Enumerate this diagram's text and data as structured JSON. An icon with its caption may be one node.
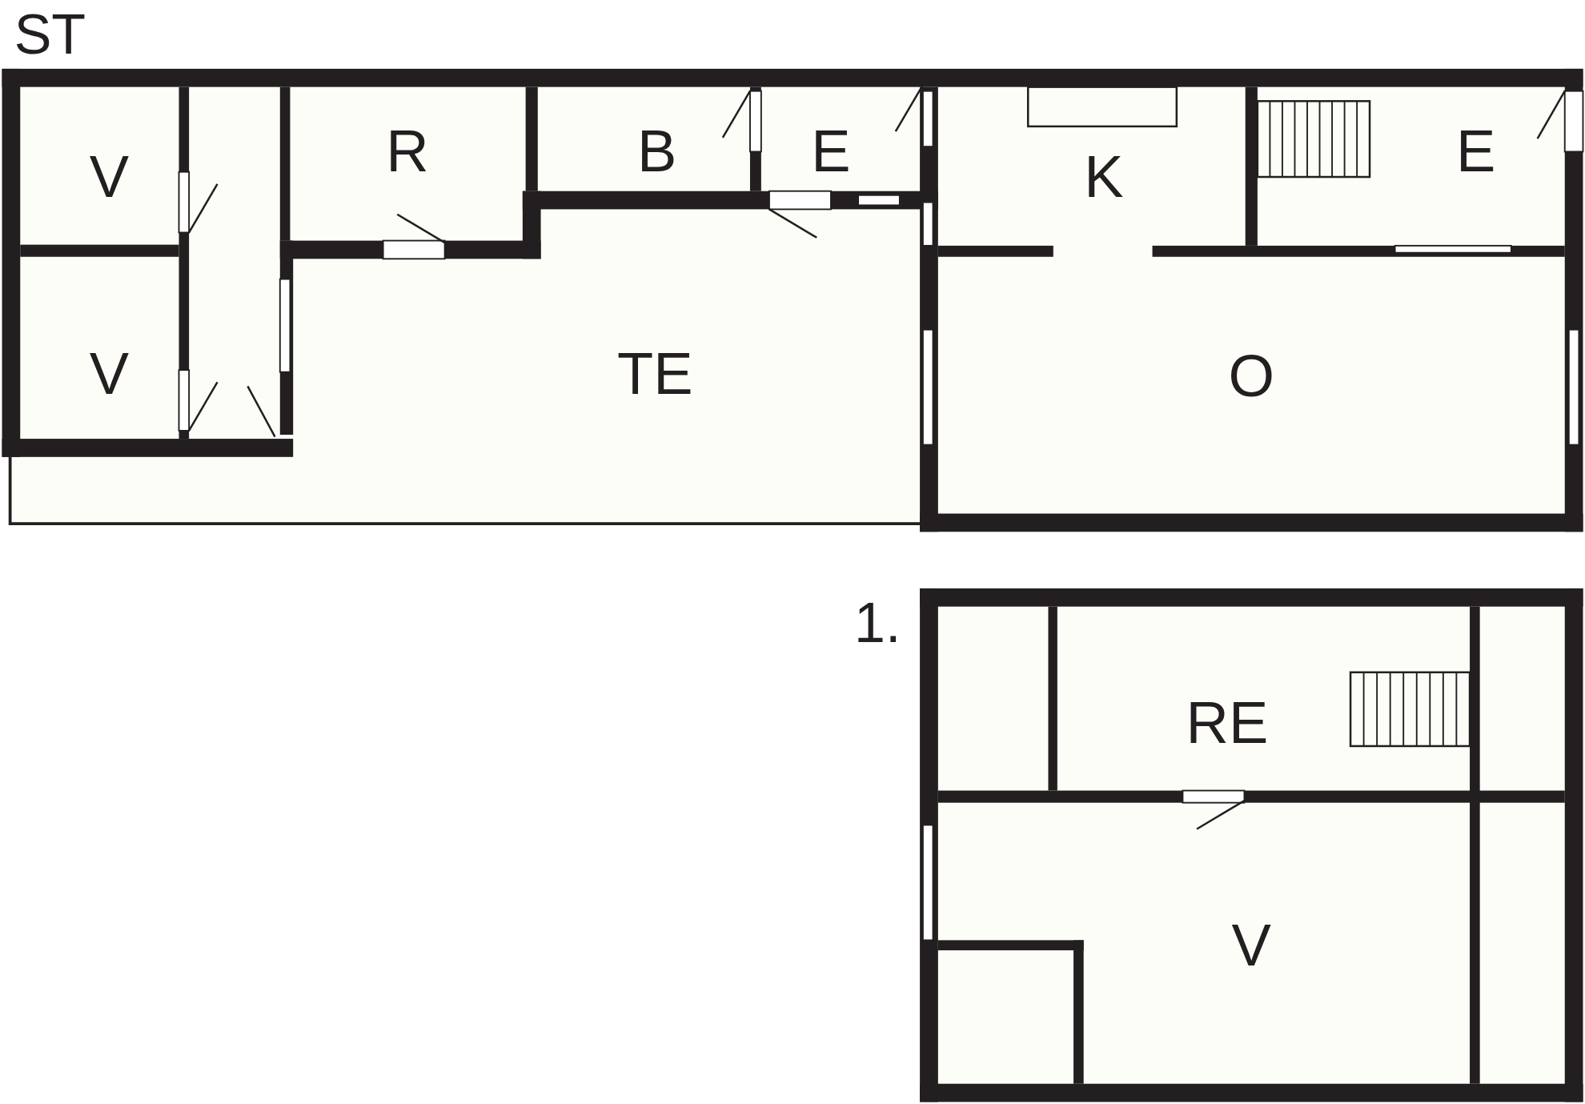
{
  "diagram": {
    "nodes": [
      {
        "text": [
          "V"
        ]
      },
      {
        "text": [
          "V"
        ]
      },
      {
        "text": [
          "R"
        ]
      },
      {
        "text": [
          "B"
        ]
      },
      {
        "text": [
          "E"
        ]
      },
      {
        "text": [
          "K"
        ]
      },
      {
        "text": [
          "E"
        ]
      },
      {
        "text": [
          "TE"
        ]
      },
      {
        "text": [
          "O"
        ]
      },
      {
        "text": [
          "RE"
        ]
      },
      {
        "text": [
          "V"
        ]
      }
    ],
    "labels": [
      "ST",
      "1."
    ]
  }
}
